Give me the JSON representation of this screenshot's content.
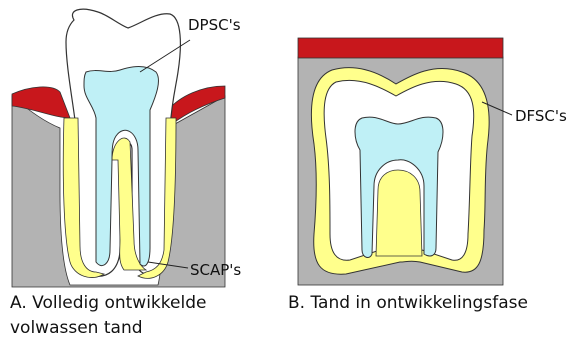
{
  "colors": {
    "bone": "#b3b3b3",
    "gum": "#c8171c",
    "follicle": "#ffff8c",
    "pulp": "#bff0f6",
    "enamel": "#ffffff",
    "outline": "#333333"
  },
  "panel_a": {
    "label_dpsc": "DPSC's",
    "label_scap": "SCAP's",
    "caption_line1": "A. Volledig ontwikkelde",
    "caption_line2": "volwassen tand"
  },
  "panel_b": {
    "label_dfsc": "DFSC's",
    "caption": "B. Tand in ontwikkelingsfase"
  }
}
